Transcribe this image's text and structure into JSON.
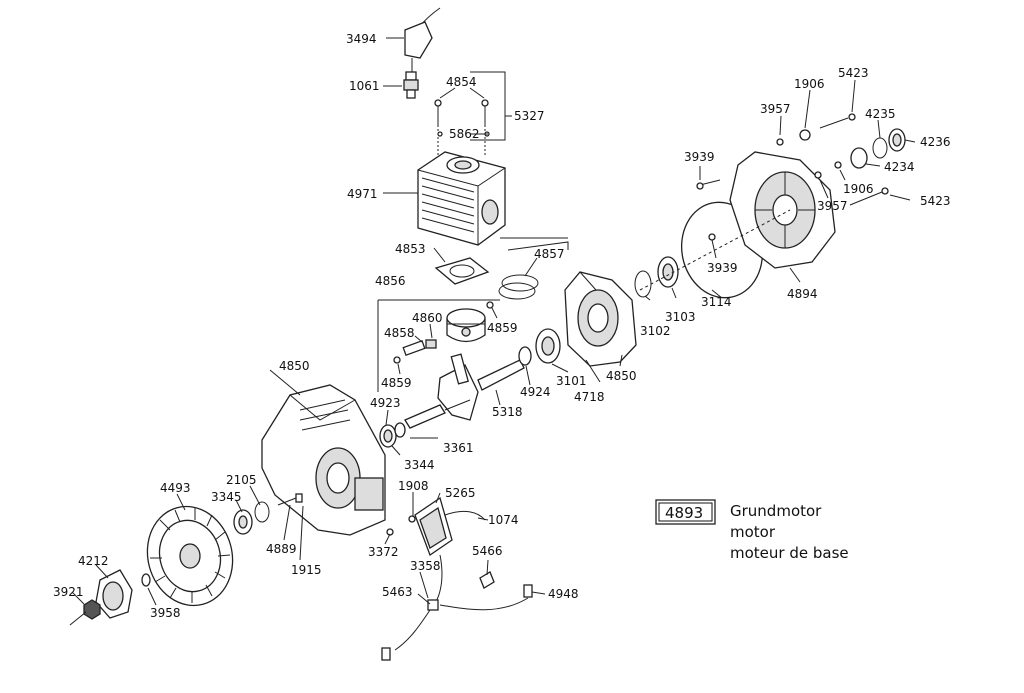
{
  "legend": {
    "code": "4893",
    "line1": "Grundmotor",
    "line2": "motor",
    "line3": "moteur de base"
  },
  "parts": {
    "p3494": "3494",
    "p1061": "1061",
    "p4854": "4854",
    "p5327": "5327",
    "p5862": "5862",
    "p4971": "4971",
    "p4853": "4853",
    "p4856": "4856",
    "p4857": "4857",
    "p4858": "4858",
    "p4860": "4860",
    "p4859a": "4859",
    "p4859b": "4859",
    "p4923": "4923",
    "p4924": "4924",
    "p5318": "5318",
    "p3361": "3361",
    "p3344": "3344",
    "p4850a": "4850",
    "p4850b": "4850",
    "p4718": "4718",
    "p3101": "3101",
    "p3102": "3102",
    "p3103": "3103",
    "p3114": "3114",
    "p3939a": "3939",
    "p3939b": "3939",
    "p4894": "4894",
    "p3957a": "3957",
    "p3957b": "3957",
    "p1906a": "1906",
    "p1906b": "1906",
    "p5423a": "5423",
    "p5423b": "5423",
    "p4235": "4235",
    "p4236": "4236",
    "p4234": "4234",
    "p4493": "4493",
    "p2105": "2105",
    "p3345": "3345",
    "p4889": "4889",
    "p1915": "1915",
    "p4212": "4212",
    "p3921": "3921",
    "p3958": "3958",
    "p1908": "1908",
    "p5265": "5265",
    "p1074": "1074",
    "p3372": "3372",
    "p3358": "3358",
    "p5466": "5466",
    "p5463": "5463",
    "p4948": "4948"
  }
}
